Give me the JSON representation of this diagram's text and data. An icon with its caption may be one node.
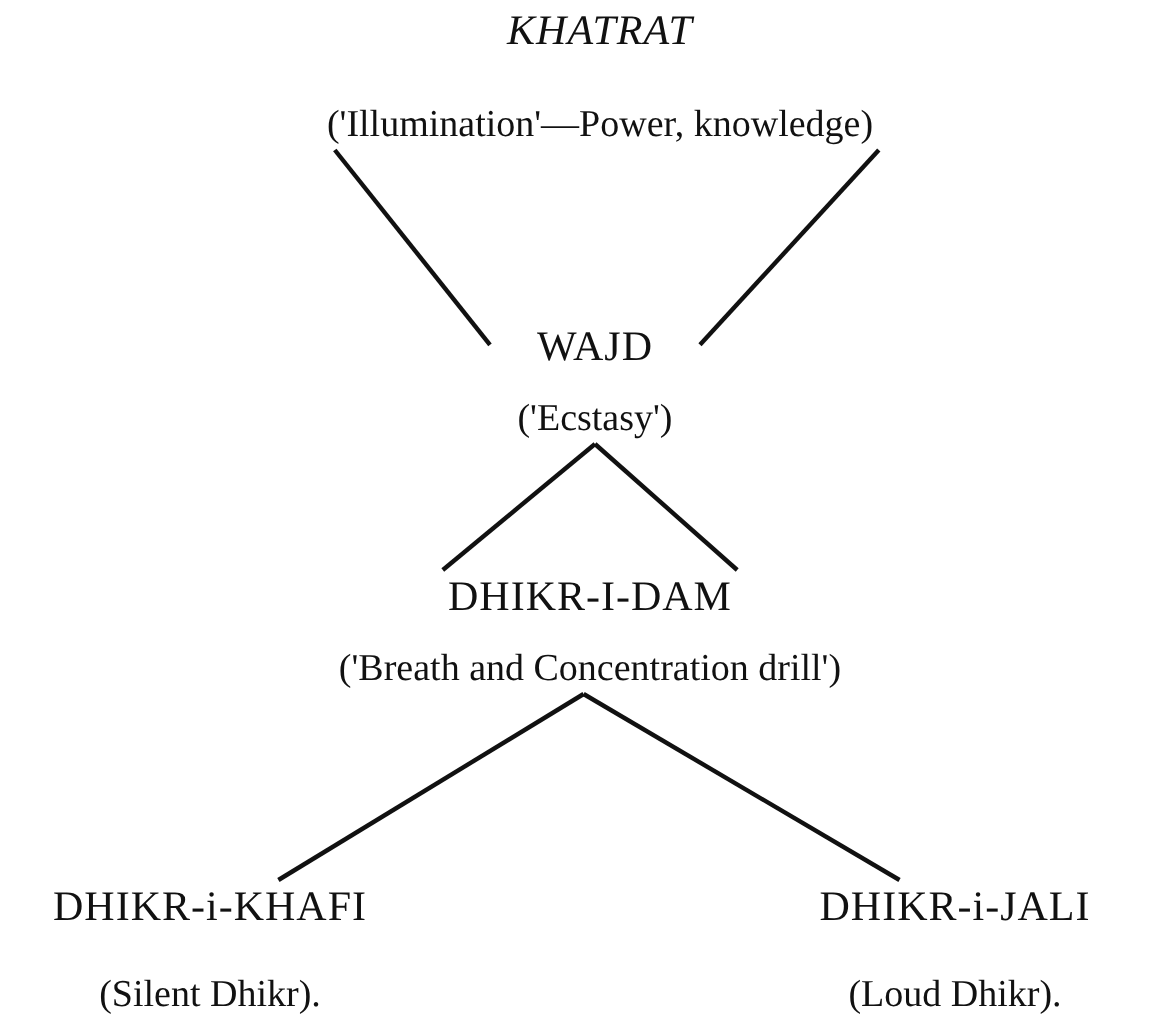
{
  "diagram": {
    "nodes": [
      {
        "text": [
          "KHATRAT",
          "('Illumination'—Power, knowledge)"
        ]
      },
      {
        "text": [
          "WAJD",
          "('Ecstasy')"
        ]
      },
      {
        "text": [
          "DHIKR-I-DAM",
          "('Breath and Concentration drill')"
        ]
      },
      {
        "text": [
          "DHIKR-i-KHAFI",
          "(Silent Dhikr)."
        ]
      },
      {
        "text": [
          "DHIKR-i-JALI",
          "(Loud Dhikr)."
        ]
      }
    ],
    "edges": [
      {
        "from": 0,
        "to": 1,
        "arrow": "none"
      },
      {
        "from": 0,
        "to": 1,
        "arrow": "none"
      },
      {
        "from": 1,
        "to": 2,
        "arrow": "none"
      },
      {
        "from": 1,
        "to": 2,
        "arrow": "none"
      },
      {
        "from": 2,
        "to": 3,
        "arrow": "none"
      },
      {
        "from": 2,
        "to": 4,
        "arrow": "none"
      }
    ]
  }
}
